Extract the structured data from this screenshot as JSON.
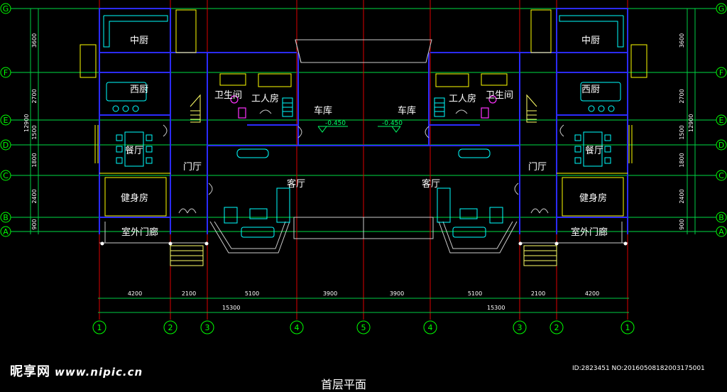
{
  "rooms": {
    "kitchen_chinese": "中厨",
    "kitchen_western": "西厨",
    "bathroom": "卫生间",
    "maid_room": "工人房",
    "garage": "车库",
    "dining": "餐厅",
    "foyer": "门厅",
    "living": "客厅",
    "gym": "健身房",
    "porch": "室外门廊"
  },
  "levels": {
    "garage_floor": "-0.450"
  },
  "grid_rows": [
    "G",
    "F",
    "E",
    "D",
    "C",
    "B",
    "A"
  ],
  "grid_cols": [
    "1",
    "2",
    "3",
    "4",
    "5",
    "4",
    "3",
    "2",
    "1"
  ],
  "row_dims": [
    "3600",
    "2700",
    "1500",
    "1800",
    "2400",
    "900"
  ],
  "row_total": "12900",
  "col_dims": [
    "4200",
    "2100",
    "5100",
    "3900",
    "3900",
    "5100",
    "2100",
    "4200"
  ],
  "col_totals": [
    "15300",
    "15300"
  ],
  "watermark": {
    "brand": "昵享网",
    "url": "www.nipic.cn"
  },
  "image_id": "ID:2823451 NO:20160508182003175001",
  "caption": "首层平面"
}
